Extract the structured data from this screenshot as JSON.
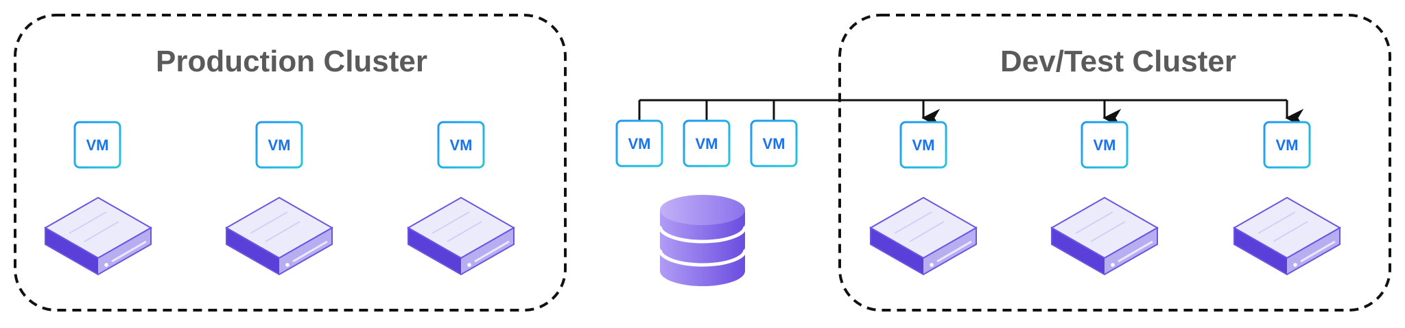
{
  "clusters": {
    "production": {
      "title": "Production Cluster"
    },
    "devtest": {
      "title": "Dev/Test Cluster"
    }
  },
  "vm_label": "VM",
  "colors": {
    "cluster_border": "#111111",
    "title_text": "#5a5a5a",
    "vm_text": "#1a73e8",
    "vm_border_start": "#2196f3",
    "vm_border_end": "#26c6da",
    "server_top": "#ecebfb",
    "server_dark": "#5a3fd9",
    "server_light": "#b7aef2",
    "database_start": "#b19cf5",
    "database_end": "#6a4de0",
    "connector": "#111111"
  }
}
